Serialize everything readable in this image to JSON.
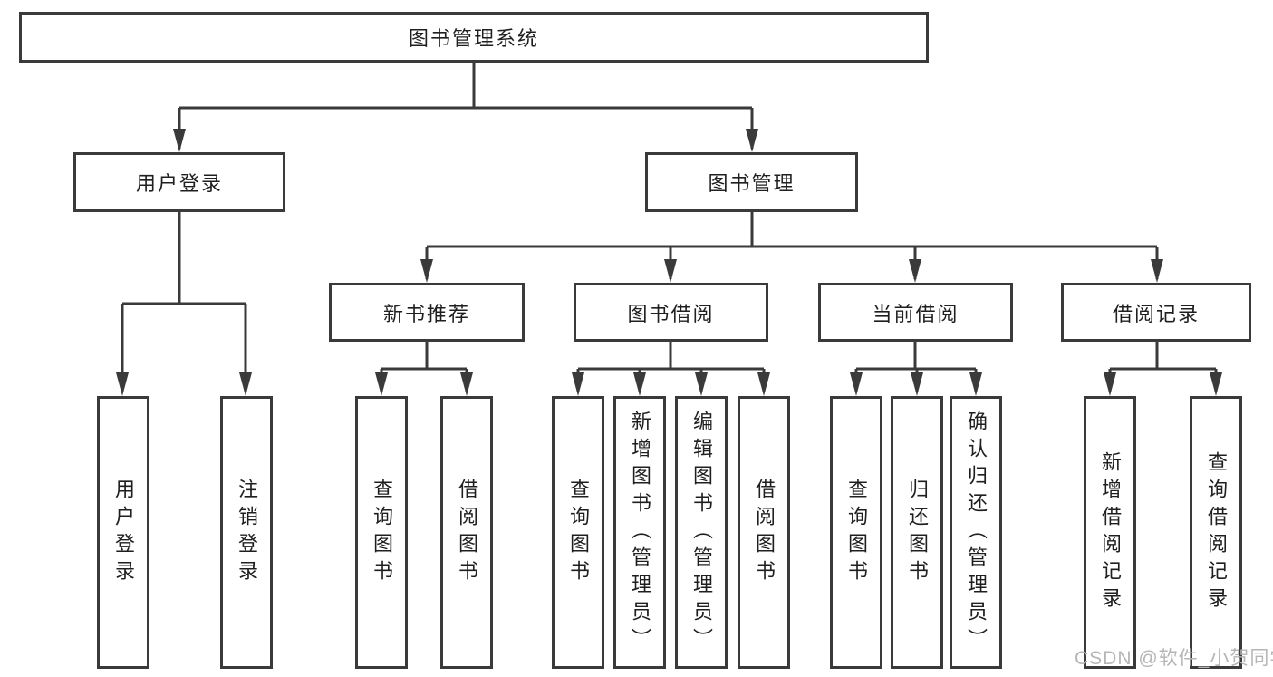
{
  "title": {
    "label": "图书管理系统"
  },
  "branches": {
    "user_login": {
      "label": "用户登录",
      "children": [
        {
          "label": "用户登录"
        },
        {
          "label": "注销登录"
        }
      ]
    },
    "book_mgmt": {
      "label": "图书管理",
      "sections": [
        {
          "label": "新书推荐",
          "children": [
            {
              "label": "查询图书"
            },
            {
              "label": "借阅图书"
            }
          ]
        },
        {
          "label": "图书借阅",
          "children": [
            {
              "label": "查询图书"
            },
            {
              "label": "新增图书（管理员）"
            },
            {
              "label": "编辑图书（管理员）"
            },
            {
              "label": "借阅图书"
            }
          ]
        },
        {
          "label": "当前借阅",
          "children": [
            {
              "label": "查询图书"
            },
            {
              "label": "归还图书"
            },
            {
              "label": "确认归还（管理员）"
            }
          ]
        },
        {
          "label": "借阅记录",
          "children": [
            {
              "label": "新增借阅记录"
            },
            {
              "label": "查询借阅记录"
            }
          ]
        }
      ]
    }
  },
  "watermark": {
    "text": "CSDN @软件_小贺同学"
  },
  "colors": {
    "line": "#3a3a3a",
    "text": "#1f1f1f",
    "watermark": "#b5b5b5",
    "background": "#ffffff"
  }
}
